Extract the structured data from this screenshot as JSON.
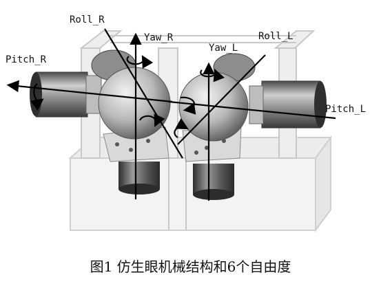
{
  "labels": {
    "roll_r": "Roll_R",
    "yaw_r": "Yaw_R",
    "yaw_l": "Yaw_L",
    "roll_l": "Roll_L",
    "pitch_r": "Pitch_R",
    "pitch_l": "Pitch_L"
  },
  "caption": "图1   仿生眼机械结构和6个自由度"
}
